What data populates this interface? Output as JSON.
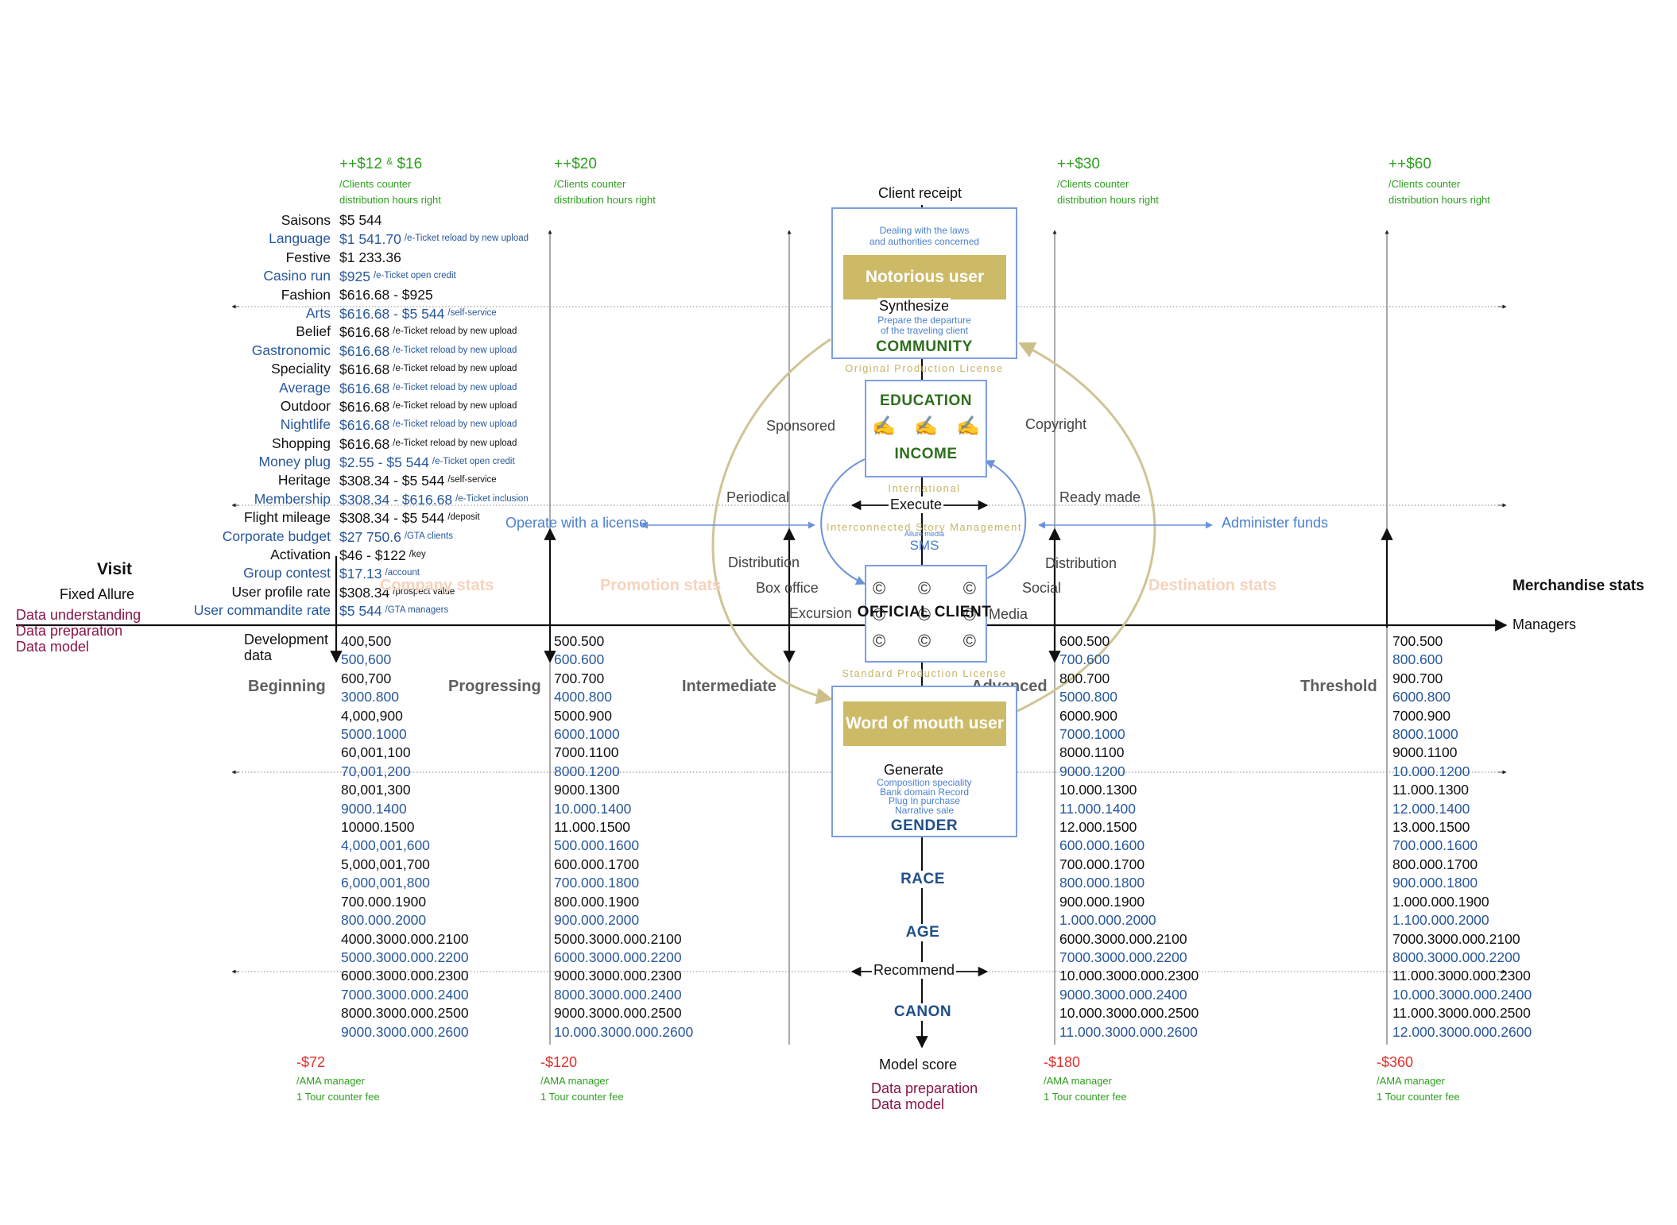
{
  "columns": {
    "c1": {
      "price": "++$12",
      "price_amp": "&",
      "price_alt": "$16",
      "note1": "/Clients counter",
      "note2": "distribution hours right",
      "cost": "-$72",
      "cost_note1": "/AMA manager",
      "cost_note2": "1 Tour counter fee",
      "stage": "Beginning"
    },
    "c2": {
      "price": "++$20",
      "note1": "/Clients counter",
      "note2": "distribution hours right",
      "cost": "-$120",
      "cost_note1": "/AMA manager",
      "cost_note2": "1 Tour counter fee",
      "stage": "Progressing"
    },
    "c3": {
      "stage": "Intermediate"
    },
    "c4": {
      "price": "++$30",
      "note1": "/Clients counter",
      "note2": "distribution hours right",
      "cost": "-$180",
      "cost_note1": "/AMA manager",
      "cost_note2": "1 Tour counter fee",
      "stage": "Advanced"
    },
    "c5": {
      "price": "++$60",
      "note1": "/Clients counter",
      "note2": "distribution hours right",
      "cost": "-$360",
      "cost_note1": "/AMA manager",
      "cost_note2": "1 Tour counter fee",
      "stage": "Threshold"
    }
  },
  "price_list": [
    {
      "label": "Saisons",
      "value": "$5 544",
      "suffix": "",
      "blue": false
    },
    {
      "label": "Language",
      "value": "$1 541.70",
      "suffix": "/e-Ticket reload by new upload",
      "blue": true
    },
    {
      "label": "Festive",
      "value": "$1 233.36",
      "suffix": "",
      "blue": false
    },
    {
      "label": "Casino run",
      "value": "$925",
      "suffix": "/e-Ticket open credit",
      "blue": true
    },
    {
      "label": "Fashion",
      "value": "$616.68 - $925",
      "suffix": "",
      "blue": false
    },
    {
      "label": "Arts",
      "value": "$616.68 - $5 544",
      "suffix": "/self-service",
      "blue": true
    },
    {
      "label": "Belief",
      "value": "$616.68",
      "suffix": "/e-Ticket reload by new upload",
      "blue": false
    },
    {
      "label": "Gastronomic",
      "value": "$616.68",
      "suffix": "/e-Ticket reload by new upload",
      "blue": true
    },
    {
      "label": "Speciality",
      "value": "$616.68",
      "suffix": "/e-Ticket reload by new upload",
      "blue": false
    },
    {
      "label": "Average",
      "value": "$616.68",
      "suffix": "/e-Ticket reload by new upload",
      "blue": true
    },
    {
      "label": "Outdoor",
      "value": "$616.68",
      "suffix": "/e-Ticket reload by new upload",
      "blue": false
    },
    {
      "label": "Nightlife",
      "value": "$616.68",
      "suffix": "/e-Ticket reload by new upload",
      "blue": true
    },
    {
      "label": "Shopping",
      "value": "$616.68",
      "suffix": "/e-Ticket reload by new upload",
      "blue": false
    },
    {
      "label": "Money plug",
      "value": "$2.55 - $5 544",
      "suffix": "/e-Ticket open credit",
      "blue": true
    },
    {
      "label": "Heritage",
      "value": "$308.34 - $5 544",
      "suffix": "/self-service",
      "blue": false
    },
    {
      "label": "Membership",
      "value": "$308.34 - $616.68",
      "suffix": "/e-Ticket inclusion",
      "blue": true
    },
    {
      "label": "Flight mileage",
      "value": "$308.34 - $5 544",
      "suffix": "/deposit",
      "blue": false
    },
    {
      "label": "Corporate budget",
      "value": "$27 750.6",
      "suffix": "/GTA clients",
      "blue": true
    },
    {
      "label": "Activation",
      "value": "$46 - $122",
      "suffix": "/key",
      "blue": false
    },
    {
      "label": "Group contest",
      "value": "$17.13",
      "suffix": "/account",
      "blue": true
    },
    {
      "label": "User profile rate",
      "value": "$308.34",
      "suffix": "/prospect value",
      "blue": false
    },
    {
      "label": "User commandite rate",
      "value": "$5 544",
      "suffix": "/GTA managers",
      "blue": true
    }
  ],
  "data_columns": {
    "c1": [
      "400,500",
      "500,600",
      "600,700",
      "3000.800",
      "4,000,900",
      "5000.1000",
      "60,001,100",
      "70,001,200",
      "80,001,300",
      "9000.1400",
      "10000.1500",
      "4,000,001,600",
      "5,000,001,700",
      "6,000,001,800",
      "700.000.1900",
      "800.000.2000",
      "4000.3000.000.2100",
      "5000.3000.000.2200",
      "6000.3000.000.2300",
      "7000.3000.000.2400",
      "8000.3000.000.2500",
      "9000.3000.000.2600"
    ],
    "c2": [
      "500.500",
      "600.600",
      "700.700",
      "4000.800",
      "5000.900",
      "6000.1000",
      "7000.1100",
      "8000.1200",
      "9000.1300",
      "10.000.1400",
      "11.000.1500",
      "500.000.1600",
      "600.000.1700",
      "700.000.1800",
      "800.000.1900",
      "900.000.2000",
      "5000.3000.000.2100",
      "6000.3000.000.2200",
      "9000.3000.000.2300",
      "8000.3000.000.2400",
      "9000.3000.000.2500",
      "10.000.3000.000.2600"
    ],
    "c4": [
      "600.500",
      "700.600",
      "800.700",
      "5000.800",
      "6000.900",
      "7000.1000",
      "8000.1100",
      "9000.1200",
      "10.000.1300",
      "11.000.1400",
      "12.000.1500",
      "600.000.1600",
      "700.000.1700",
      "800.000.1800",
      "900.000.1900",
      "1.000.000.2000",
      "6000.3000.000.2100",
      "7000.3000.000.2200",
      "10.000.3000.000.2300",
      "9000.3000.000.2400",
      "10.000.3000.000.2500",
      "11.000.3000.000.2600"
    ],
    "c5": [
      "700.500",
      "800.600",
      "900.700",
      "6000.800",
      "7000.900",
      "8000.1000",
      "9000.1100",
      "10.000.1200",
      "11.000.1300",
      "12.000.1400",
      "13.000.1500",
      "700.000.1600",
      "800.000.1700",
      "900.000.1800",
      "1.000.000.1900",
      "1.100.000.2000",
      "7000.3000.000.2100",
      "8000.3000.000.2200",
      "11.000.3000.000.2300",
      "10.000.3000.000.2400",
      "11.000.3000.000.2500",
      "12.000.3000.000.2600"
    ]
  },
  "left": {
    "visit": "Visit",
    "fixed_allure": "Fixed Allure",
    "data_understanding": "Data understanding",
    "data_preparation": "Data preparation",
    "data_model": "Data model",
    "development_data_1": "Development",
    "development_data_2": "data"
  },
  "right": {
    "merchandise": "Merchandise stats",
    "managers": "Managers"
  },
  "watermarks": {
    "c1": "Company stats",
    "c2": "Promotion stats",
    "c4": "Destination stats"
  },
  "center": {
    "client_receipt": "Client receipt",
    "dealing_1": "Dealing with the laws",
    "dealing_2": "and authorities concerned",
    "notorious_user": "Notorious user",
    "synthesize": "Synthesize",
    "prepare_1": "Prepare the departure",
    "prepare_2": "of the traveling client",
    "community": "COMMUNITY",
    "original_license": "Original Production License",
    "education": "EDUCATION",
    "hands": [
      "✍️",
      "✍️",
      "✍️"
    ],
    "income": "INCOME",
    "international": "International",
    "execute": "Execute",
    "interconnected": "Interconnected Story Management",
    "allure_media": "Allure media",
    "sms": "SMS",
    "official_client": "OFFICIAL CLIENT",
    "copyright_glyph": "©",
    "standard_license": "Standard Production License",
    "word_of_mouth": "Word of mouth user",
    "generate": "Generate",
    "gen_1": "Composition speciality",
    "gen_2": "Bank domain Record",
    "gen_3": "Plug In purchase",
    "gen_4": "Narrative sale",
    "gender": "GENDER",
    "race": "RACE",
    "age": "AGE",
    "recommend": "Recommend",
    "canon": "CANON",
    "model_score": "Model score",
    "data_preparation": "Data preparation",
    "data_model": "Data model"
  },
  "flow": {
    "sponsored": "Sponsored",
    "copyright": "Copyright",
    "periodical": "Periodical",
    "ready_made": "Ready made",
    "operate": "Operate with a license",
    "administer": "Administer funds",
    "distribution_l": "Distribution",
    "distribution_r": "Distribution",
    "box_office": "Box office",
    "social": "Social",
    "excursion": "Excursion",
    "media": "Media"
  },
  "colors": {
    "green": "#2e9f1f",
    "red": "#e0302a",
    "blue": "#27579a",
    "light_blue": "#4a7fd0",
    "gold": "#cdba67",
    "maroon": "#8a1547",
    "hub_green": "#2e6e1d"
  }
}
